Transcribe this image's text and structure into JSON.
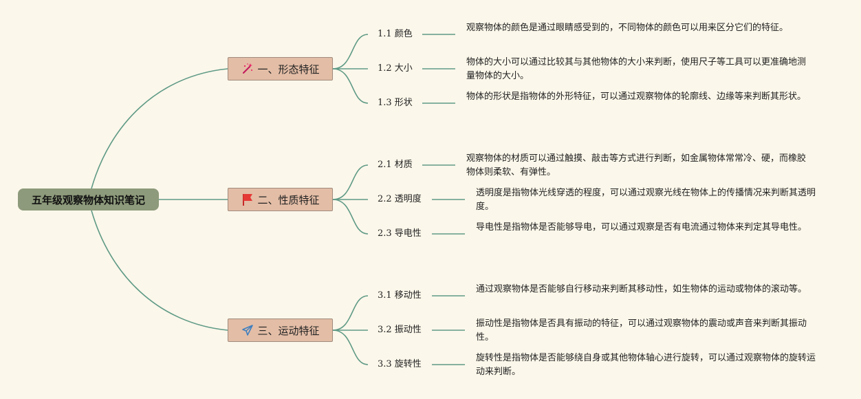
{
  "root": {
    "label": "五年级观察物体知识笔记"
  },
  "branches": [
    {
      "label": "一、形态特征",
      "icon": "magic-wand-icon",
      "children": [
        {
          "num": "1.1",
          "label": "颜色",
          "desc": "观察物体的颜色是通过眼睛感受到的，不同物体的颜色可以用来区分它们的特征。"
        },
        {
          "num": "1.2",
          "label": "大小",
          "desc": "物体的大小可以通过比较其与其他物体的大小来判断，使用尺子等工具可以更准确地测量物体的大小。"
        },
        {
          "num": "1.3",
          "label": "形状",
          "desc": "物体的形状是指物体的外形特征，可以通过观察物体的轮廓线、边缘等来判断其形状。"
        }
      ]
    },
    {
      "label": "二、性质特征",
      "icon": "red-flag-icon",
      "children": [
        {
          "num": "2.1",
          "label": "材质",
          "desc": "观察物体的材质可以通过触摸、敲击等方式进行判断，如金属物体常常冷、硬，而橡胶物体则柔软、有弹性。"
        },
        {
          "num": "2.2",
          "label": "透明度",
          "desc": "透明度是指物体光线穿透的程度，可以通过观察光线在物体上的传播情况来判断其透明度。"
        },
        {
          "num": "2.3",
          "label": "导电性",
          "desc": "导电性是指物体是否能够导电，可以通过观察是否有电流通过物体来判定其导电性。"
        }
      ]
    },
    {
      "label": "三、运动特征",
      "icon": "paper-plane-icon",
      "children": [
        {
          "num": "3.1",
          "label": "移动性",
          "desc": "通过观察物体是否能够自行移动来判断其移动性，如生物体的运动或物体的滚动等。"
        },
        {
          "num": "3.2",
          "label": "振动性",
          "desc": "振动性是指物体是否具有振动的特征，可以通过观察物体的震动或声音来判断其振动性。"
        },
        {
          "num": "3.3",
          "label": "旋转性",
          "desc": "旋转性是指物体是否能够绕自身或其他物体轴心进行旋转，可以通过观察物体的旋转运动来判断。"
        }
      ]
    }
  ],
  "colors": {
    "line": "#5f9a86",
    "root_bg": "#8d9a7b",
    "branch_bg": "#e3bda6",
    "background": "#fbf7ea"
  }
}
